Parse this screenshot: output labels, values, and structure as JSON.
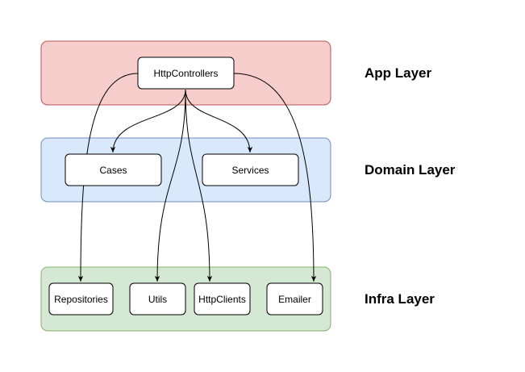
{
  "colors": {
    "app_fill": "#f8cecc",
    "app_stroke": "#b85450",
    "domain_fill": "#dae8fc",
    "domain_stroke": "#6c8ebf",
    "infra_fill": "#d5e8d4",
    "infra_stroke": "#82b366",
    "node_fill": "#ffffff",
    "node_stroke": "#000000"
  },
  "layers": [
    {
      "id": "app",
      "label": "App Layer"
    },
    {
      "id": "domain",
      "label": "Domain Layer"
    },
    {
      "id": "infra",
      "label": "Infra Layer"
    }
  ],
  "nodes": [
    {
      "id": "http-controllers",
      "label": "HttpControllers",
      "layer": "app"
    },
    {
      "id": "cases",
      "label": "Cases",
      "layer": "domain"
    },
    {
      "id": "services",
      "label": "Services",
      "layer": "domain"
    },
    {
      "id": "repositories",
      "label": "Repositories",
      "layer": "infra"
    },
    {
      "id": "utils",
      "label": "Utils",
      "layer": "infra"
    },
    {
      "id": "http-clients",
      "label": "HttpClients",
      "layer": "infra"
    },
    {
      "id": "emailer",
      "label": "Emailer",
      "layer": "infra"
    }
  ],
  "edges": [
    {
      "from": "http-controllers",
      "to": "cases"
    },
    {
      "from": "http-controllers",
      "to": "services"
    },
    {
      "from": "http-controllers",
      "to": "repositories"
    },
    {
      "from": "http-controllers",
      "to": "utils"
    },
    {
      "from": "http-controllers",
      "to": "http-clients"
    },
    {
      "from": "http-controllers",
      "to": "emailer"
    }
  ]
}
